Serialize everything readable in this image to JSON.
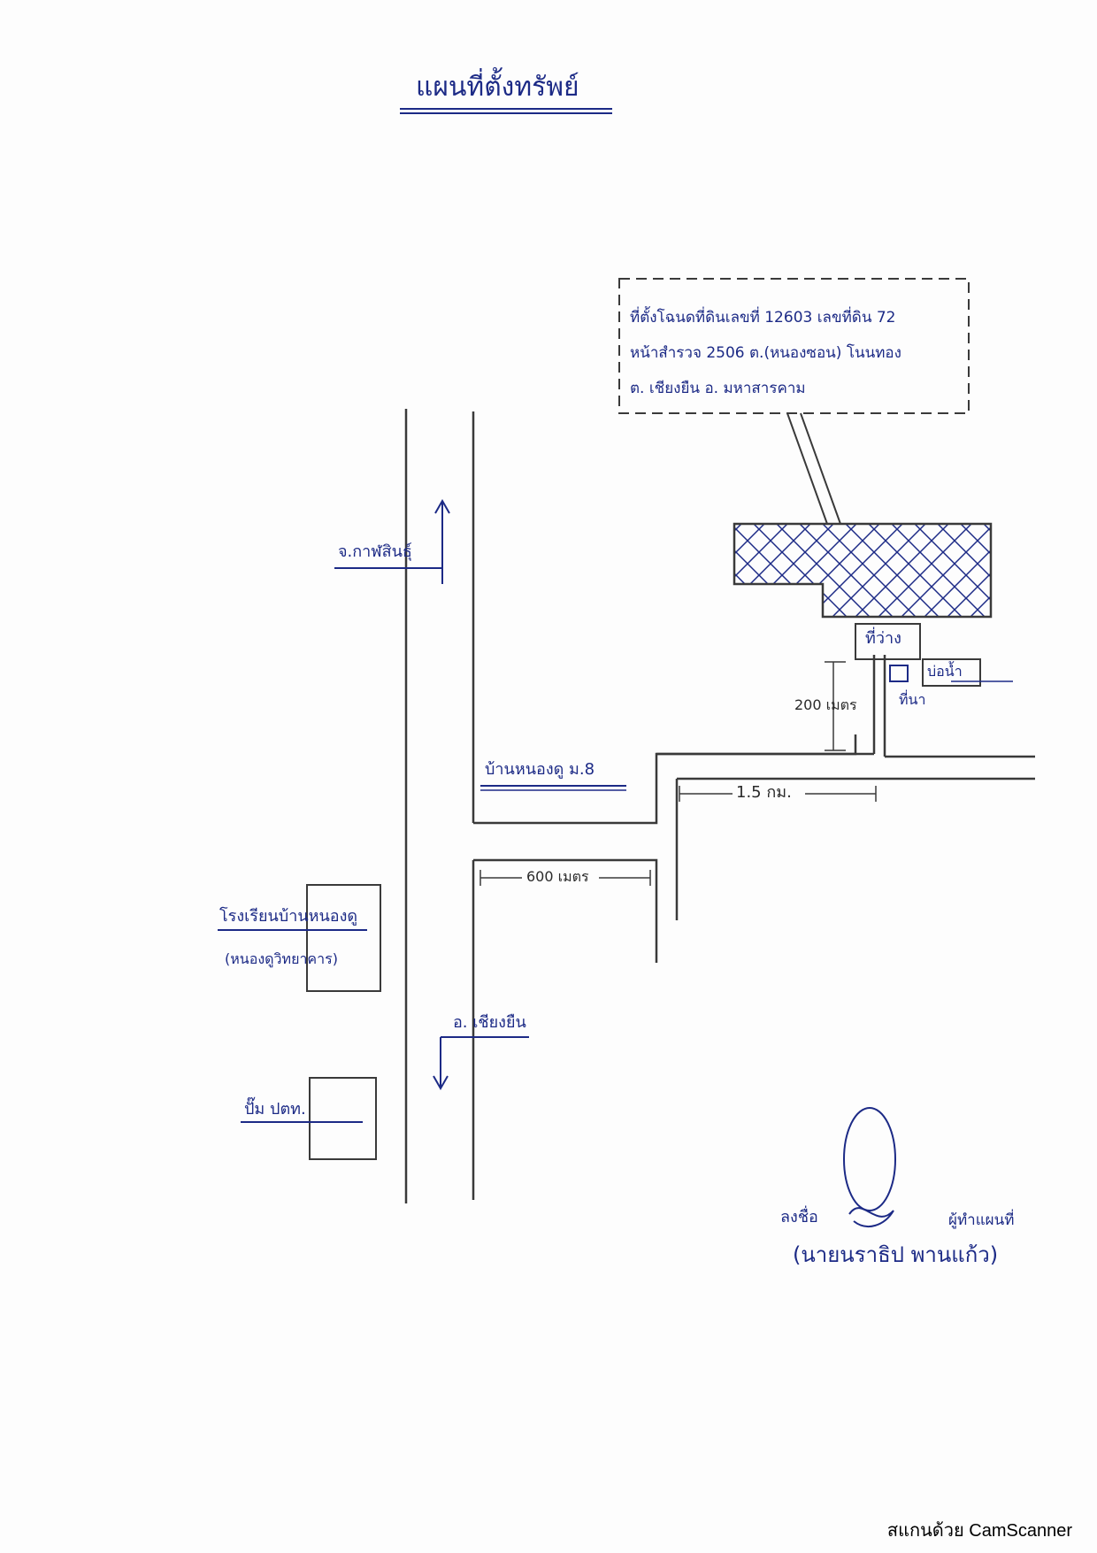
{
  "map": {
    "title": "แผนที่ตั้งทรัพย์",
    "callout": {
      "line1": "ที่ตั้งโฉนดที่ดินเลขที่ 12603 เลขที่ดิน 72",
      "line2": "หน้าสำรวจ 2506 ต.(หนองซอน) โนนทอง",
      "line3": "ต. เชียงยืน อ. มหาสารคาม"
    },
    "labels": {
      "to_kalasin": "จ.กาฬสินธุ์",
      "village": "บ้านหนองดู ม.8",
      "empty_plot": "ที่ว่าง",
      "well": "บ่อน้ำ",
      "rice_field": "ที่นา",
      "distance_vertical": "200 เมตร",
      "distance_horizontal_1": "1.5 กม.",
      "distance_horizontal_2": "600 เมตร",
      "school_line1": "โรงเรียนบ้านหนองดู",
      "school_line2": "(หนองดูวิทยาคาร)",
      "to_chiang_yuen": "อ. เชียงยืน",
      "gas_station": "ปั๊ม ปตท."
    },
    "signature": {
      "left_label": "ลงชื่อ",
      "right_label": "ผู้ทำแผนที่",
      "name": "(นายนราธิป พานแก้ว)"
    },
    "colors": {
      "ink_blue": "#1c2a86",
      "pencil": "#3a3a3a"
    }
  },
  "footer": {
    "scanner_text": "สแกนด้วย CamScanner"
  }
}
